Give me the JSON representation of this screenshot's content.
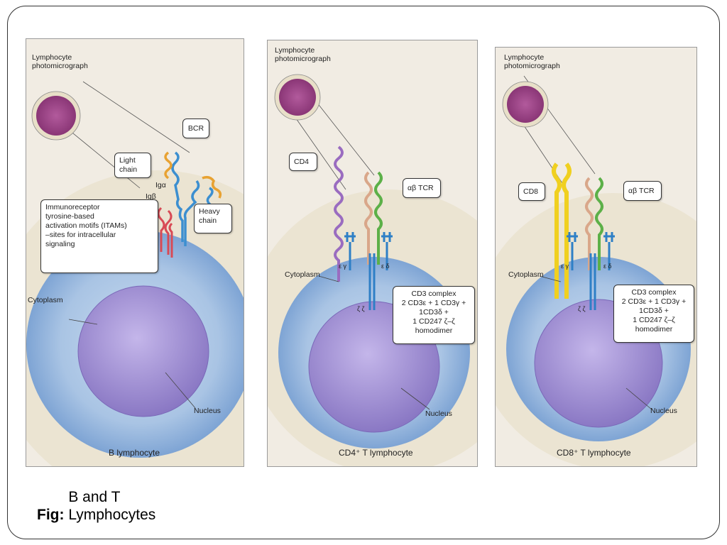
{
  "figure": {
    "caption_prefix": "Fig:",
    "caption_text": "B and T Lymphocytes"
  },
  "panel_b": {
    "photo_label": "Lymphocyte\nphotomicrograph",
    "bcr_label": "BCR",
    "light_chain_label": "Light\nchain",
    "ig_alpha_label": "Igα",
    "ig_beta_label": "Igβ",
    "heavy_chain_label": "Heavy\nchain",
    "itam_label": "Immunoreceptor\ntyrosine-based\nactivation motifs (ITAMs)\n–sites for intracellular\nsignaling",
    "cytoplasm_label": "Cytoplasm",
    "nucleus_label": "Nucleus",
    "title": "B lymphocyte"
  },
  "panel_cd4": {
    "photo_label": "Lymphocyte\nphotomicrograph",
    "coreceptor_label": "CD4",
    "tcr_label": "αβ TCR",
    "cytoplasm_label": "Cytoplasm",
    "eps_gamma": "ε γ",
    "eps_delta": "ε δ",
    "zeta": "ζ ζ",
    "cd3_label": "CD3 complex\n2 CD3ε + 1 CD3γ +\n1CD3δ +\n1 CD247 ζ–ζ homodimer",
    "nucleus_label": "Nucleus",
    "title": "CD4⁺ T lymphocyte"
  },
  "panel_cd8": {
    "photo_label": "Lymphocyte\nphotomicrograph",
    "coreceptor_label": "CD8",
    "tcr_label": "αβ TCR",
    "cytoplasm_label": "Cytoplasm",
    "eps_gamma": "ε γ",
    "eps_delta": "ε δ",
    "zeta": "ζ ζ",
    "cd3_label": "CD3 complex\n2 CD3ε + 1 CD3γ +\n1CD3δ +\n1 CD247 ζ–ζ homodimer",
    "nucleus_label": "Nucleus",
    "title": "CD8⁺ T lymphocyte"
  },
  "colors": {
    "panel_bg": "#f1ece3",
    "cell_outer": "#ebe4d2",
    "cytoplasm": "#a9c4e4",
    "nucleus": "#9a8ad0",
    "photo_cell": "#a0448c",
    "light_chain": "#e8a232",
    "heavy_chain": "#3c8fd0",
    "ig_alpha_beta": "#d84a55",
    "cd4": "#9a6cc0",
    "cd8": "#f0d020",
    "tcr_alpha": "#d9a78a",
    "tcr_beta": "#5cb048",
    "cd3": "#2e7fc6"
  }
}
